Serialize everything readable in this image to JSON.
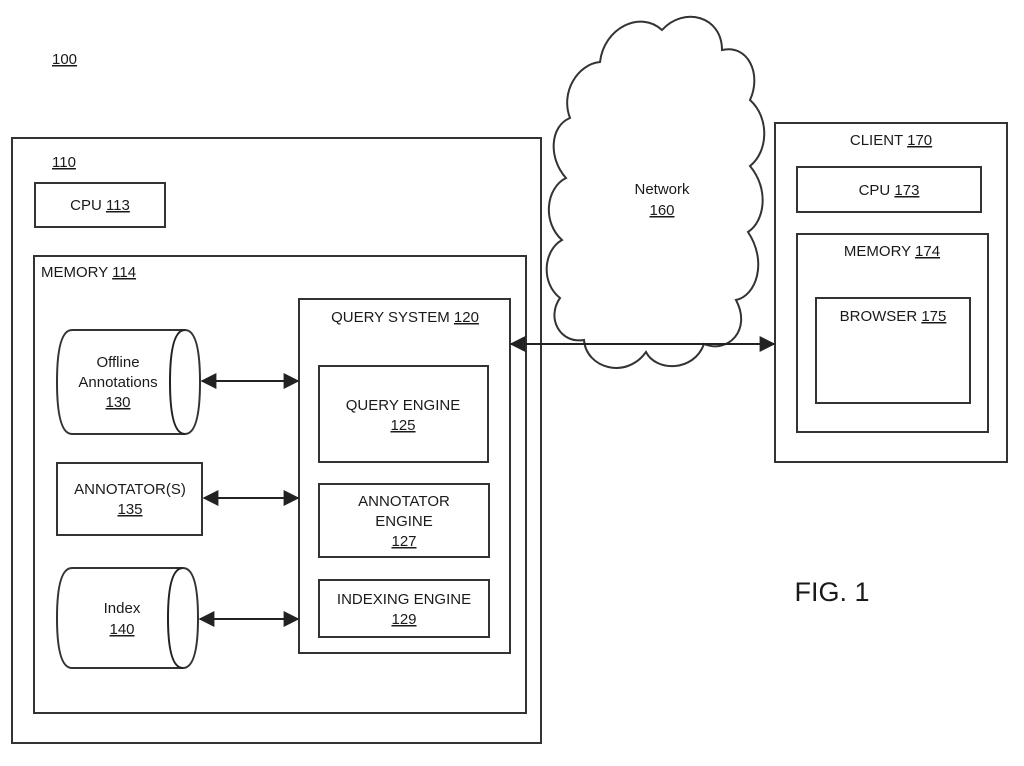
{
  "figure_ref": "100",
  "fig_label": "FIG. 1",
  "server": {
    "ref": "110",
    "cpu": {
      "label": "CPU",
      "ref": "113"
    },
    "memory": {
      "label": "MEMORY",
      "ref": "114",
      "offline_annotations": {
        "line1": "Offline",
        "line2": "Annotations",
        "ref": "130"
      },
      "annotators": {
        "label": "ANNOTATOR(S)",
        "ref": "135"
      },
      "index": {
        "label": "Index",
        "ref": "140"
      },
      "query_system": {
        "label": "QUERY SYSTEM",
        "ref": "120",
        "query_engine": {
          "label": "QUERY ENGINE",
          "ref": "125"
        },
        "annotator_engine": {
          "line1": "ANNOTATOR",
          "line2": "ENGINE",
          "ref": "127"
        },
        "indexing_engine": {
          "label": "INDEXING ENGINE",
          "ref": "129"
        }
      }
    }
  },
  "network": {
    "label": "Network",
    "ref": "160"
  },
  "client": {
    "label": "CLIENT",
    "ref": "170",
    "cpu": {
      "label": "CPU",
      "ref": "173"
    },
    "memory": {
      "label": "MEMORY",
      "ref": "174",
      "browser": {
        "label": "BROWSER",
        "ref": "175"
      }
    }
  }
}
